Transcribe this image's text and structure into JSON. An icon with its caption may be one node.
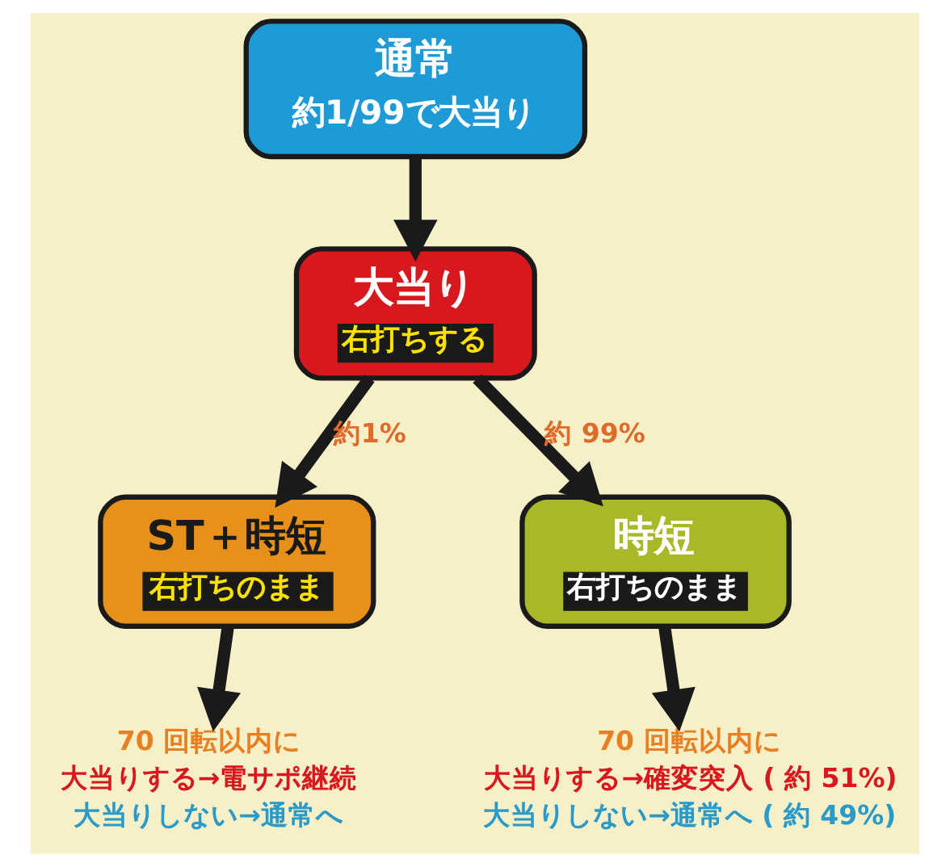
{
  "diagram": {
    "nodes": [
      {
        "text": [
          "通常",
          "約1/99で大当り"
        ]
      },
      {
        "text": [
          "大当り",
          "右打ちする"
        ]
      },
      {
        "text": [
          "ST＋時短",
          "右打ちのまま"
        ]
      },
      {
        "text": [
          "時短",
          "右打ちのまま"
        ]
      },
      {
        "text": [
          "70 回転以内に",
          "大当りする→電サポ継続",
          "大当りしない→通常へ"
        ]
      },
      {
        "text": [
          "70 回転以内に",
          "大当りする→確変突入 ( 約 51%)",
          "大当りしない→通常へ ( 約 49%)"
        ]
      }
    ],
    "edges": [
      {
        "from": 0,
        "to": 1,
        "arrow": "to"
      },
      {
        "from": 1,
        "to": 2,
        "arrow": "to",
        "label": "約1%"
      },
      {
        "from": 1,
        "to": 3,
        "arrow": "to",
        "label": "約 99%"
      },
      {
        "from": 2,
        "to": 4,
        "arrow": "to"
      },
      {
        "from": 3,
        "to": 5,
        "arrow": "to"
      }
    ]
  }
}
